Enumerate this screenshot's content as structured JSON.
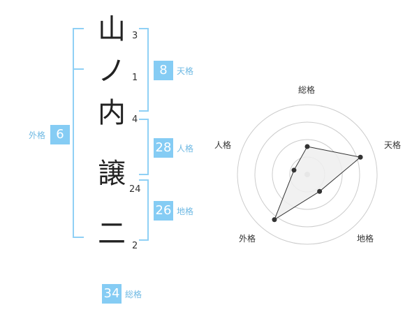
{
  "name": {
    "characters": [
      {
        "char": "山",
        "strokes": "3"
      },
      {
        "char": "ノ",
        "strokes": "1"
      },
      {
        "char": "内",
        "strokes": "4"
      },
      {
        "char": "譲",
        "strokes": "24"
      },
      {
        "char": "二",
        "strokes": "2"
      }
    ]
  },
  "fortune": {
    "tenkaku": {
      "value": "8",
      "label": "天格"
    },
    "jinkaku": {
      "value": "28",
      "label": "人格"
    },
    "chikaku": {
      "value": "26",
      "label": "地格"
    },
    "gaikaku": {
      "value": "6",
      "label": "外格"
    },
    "soukaku": {
      "value": "34",
      "label": "総格"
    }
  },
  "chart_data": {
    "type": "radar",
    "axes": [
      "総格",
      "天格",
      "地格",
      "外格",
      "人格"
    ],
    "values": [
      2,
      4,
      1.5,
      4,
      1
    ],
    "max": 5,
    "rings": 4,
    "colors": {
      "fill": "#eeeeee",
      "line": "#333333",
      "point": "#333333",
      "grid": "#cccccc",
      "center": "#bbbbbb"
    }
  }
}
